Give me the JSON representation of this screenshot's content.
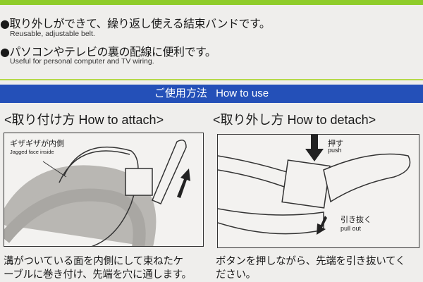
{
  "features": [
    {
      "jp": "●取り外しができて、繰り返し使える結束バンドです。",
      "en": "Reusable, adjustable belt."
    },
    {
      "jp": "●パソコンやテレビの裏の配線に便利です。",
      "en": "Useful for personal computer and TV wiring."
    }
  ],
  "section_bar": {
    "jp": "ご使用方法",
    "en": "How to use"
  },
  "attach": {
    "heading": "<取り付け方  How to attach>",
    "label_jp": "ギザギザが内側",
    "label_en": "Jagged face inside",
    "caption_line1": "溝がついている面を内側にして束ねたケ",
    "caption_line2": "ーブルに巻き付け、先端を穴に通します。"
  },
  "detach": {
    "heading": "<取り外し方  How to detach>",
    "push_jp": "押す",
    "push_en": "push",
    "pull_jp": "引き抜く",
    "pull_en": "pull out",
    "caption_line1": "ボタンを押しながら、先端を引き抜いてく",
    "caption_line2": "ださい。"
  },
  "colors": {
    "green": "#8fcc2a",
    "blue": "#2450b8",
    "background": "#efeeec"
  }
}
